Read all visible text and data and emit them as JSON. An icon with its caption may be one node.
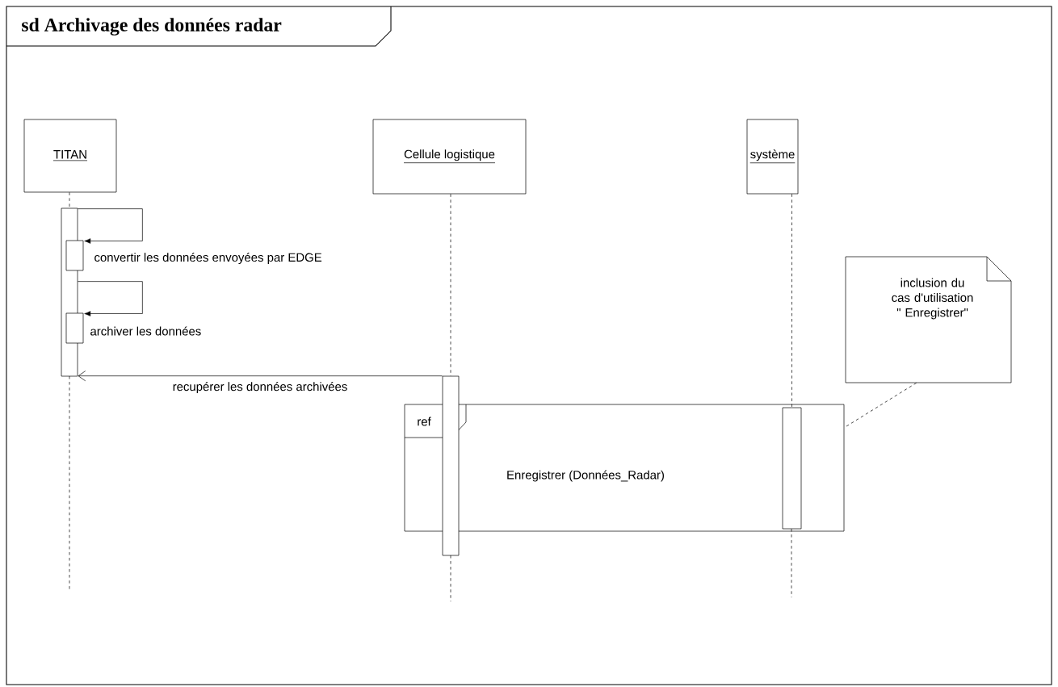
{
  "diagram": {
    "title": "sd Archivage des données radar",
    "nodes": [
      {
        "text": [
          "TITAN"
        ]
      },
      {
        "text": [
          "Cellule logistique"
        ]
      },
      {
        "text": [
          "système"
        ]
      },
      {
        "text": [],
        "shape": "bar"
      },
      {
        "text": [],
        "shape": "bar"
      },
      {
        "text": [],
        "shape": "bar"
      },
      {
        "text": [],
        "shape": "bar"
      },
      {
        "text": [
          "ref",
          "Enregistrer (Données_Radar)"
        ]
      },
      {
        "text": [],
        "shape": "bar",
        "in": 7
      },
      {
        "text": [
          "inclusion du cas d'utilisation \" Enregistrer\""
        ]
      }
    ],
    "edges": [
      {
        "from": 0,
        "to": 3,
        "arrow": "none",
        "style": "dashed"
      },
      {
        "from": 1,
        "to": 6,
        "arrow": "none",
        "style": "dashed"
      },
      {
        "from": 2,
        "to": 8,
        "arrow": "none",
        "style": "dashed"
      },
      {
        "from": 3,
        "to": 4,
        "arrow": "to",
        "label": "convertir les données envoyées par EDGE"
      },
      {
        "from": 3,
        "to": 5,
        "arrow": "to",
        "label": "archiver les données"
      },
      {
        "from": 6,
        "to": 3,
        "arrow": "to",
        "label": "recupérer les données archivées"
      },
      {
        "from": 9,
        "to": 7,
        "arrow": "none",
        "style": "dashed"
      }
    ]
  }
}
